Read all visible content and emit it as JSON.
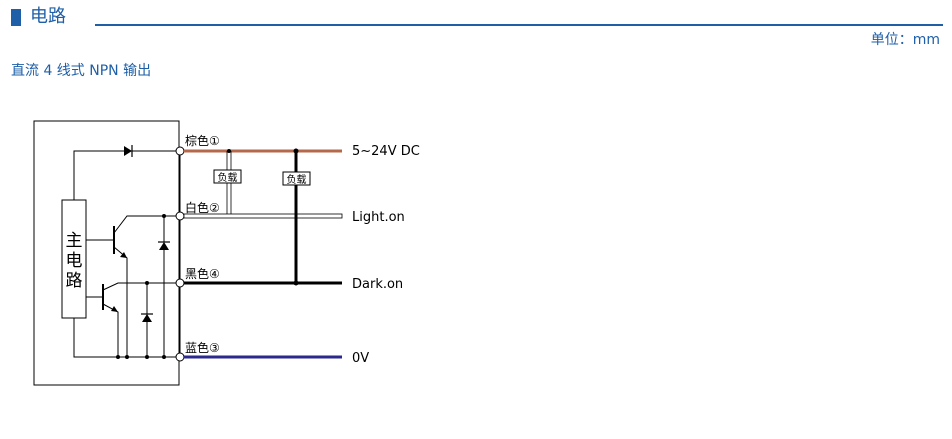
{
  "header": {
    "title": "电路"
  },
  "unit_label": "单位：mm",
  "subtitle": "直流 4 线式 NPN 输出",
  "diagram": {
    "main_circuit_chars": [
      "主",
      "电",
      "路"
    ],
    "wires": {
      "brown": {
        "label": "棕色①",
        "terminal": "5~24V DC",
        "color": "#b5694a"
      },
      "white": {
        "label": "白色②",
        "terminal": "Light.on",
        "color": "#ffffff"
      },
      "black": {
        "label": "黑色④",
        "terminal": "Dark.on",
        "color": "#000000"
      },
      "blue": {
        "label": "蓝色③",
        "terminal": "0V",
        "color": "#2b2a8c"
      }
    },
    "load_label": "负载"
  },
  "colors": {
    "accent": "#1e5fa8"
  }
}
